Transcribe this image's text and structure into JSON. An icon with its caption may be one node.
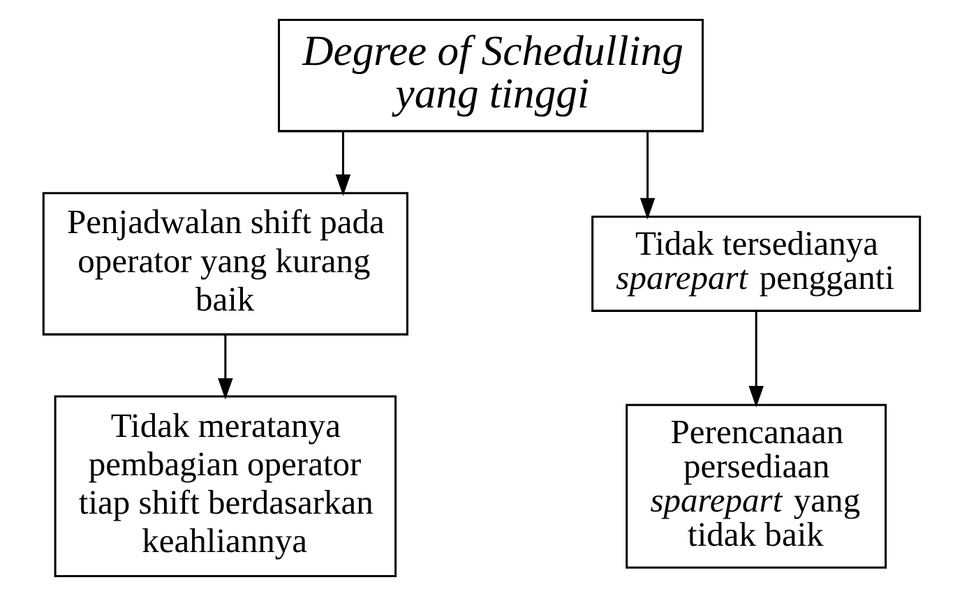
{
  "diagram": {
    "nodes": [
      {
        "text": [
          "Degree of Schedulling yang tinggi"
        ]
      },
      {
        "text": [
          "Penjadwalan shift pada operator yang kurang baik"
        ]
      },
      {
        "text": [
          "Tidak meratanya pembagian operator tiap shift berdasarkan keahliannya"
        ]
      },
      {
        "text": [
          "Tidak tersedianya *sparepart* pengganti"
        ]
      },
      {
        "text": [
          "Perencanaan persediaan *sparepart* yang tidak baik"
        ]
      }
    ],
    "edges": [
      {
        "from": 0,
        "to": 1,
        "arrow": "to"
      },
      {
        "from": 0,
        "to": 3,
        "arrow": "to"
      },
      {
        "from": 1,
        "to": 2,
        "arrow": "to"
      },
      {
        "from": 3,
        "to": 4,
        "arrow": "to"
      }
    ]
  }
}
